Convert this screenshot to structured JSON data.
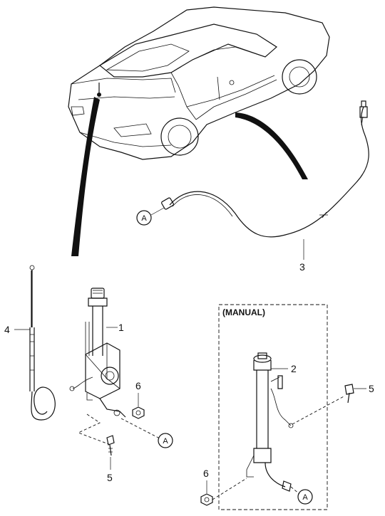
{
  "callouts": {
    "part1": "1",
    "part2": "2",
    "part3": "3",
    "part4": "4",
    "part5_left": "5",
    "part5_right": "5",
    "part6_left": "6",
    "part6_right": "6"
  },
  "refs": {
    "a_cable": "A",
    "a_mast": "A",
    "a_manual": "A"
  },
  "manual_box": {
    "label": "(MANUAL)"
  }
}
